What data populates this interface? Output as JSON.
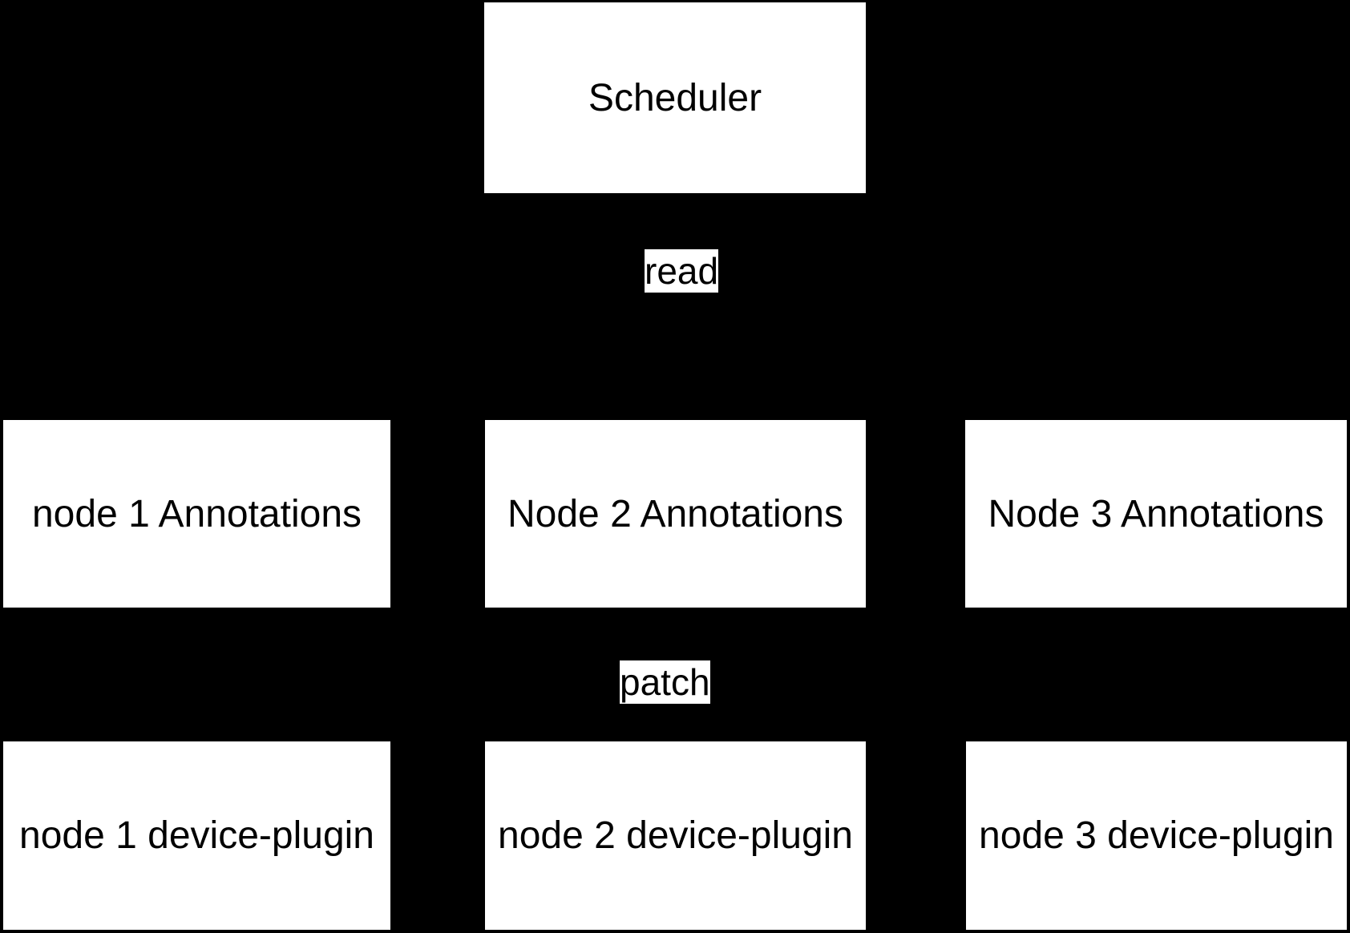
{
  "colors": {
    "background": "#000000",
    "node_fill": "#ffffff",
    "node_text": "#000000",
    "edge_label_fill": "#ffffff",
    "edge_label_text": "#000000"
  },
  "diagram": {
    "scheduler": {
      "label": "Scheduler"
    },
    "edge_labels": {
      "read": {
        "label": "read"
      },
      "patch": {
        "label": "patch"
      }
    },
    "annotation_nodes": [
      {
        "label": "node 1 Annotations"
      },
      {
        "label": "Node 2 Annotations"
      },
      {
        "label": "Node 3 Annotations"
      }
    ],
    "device_plugin_nodes": [
      {
        "label": "node 1 device-plugin"
      },
      {
        "label": "node 2 device-plugin"
      },
      {
        "label": "node 3 device-plugin"
      }
    ]
  }
}
